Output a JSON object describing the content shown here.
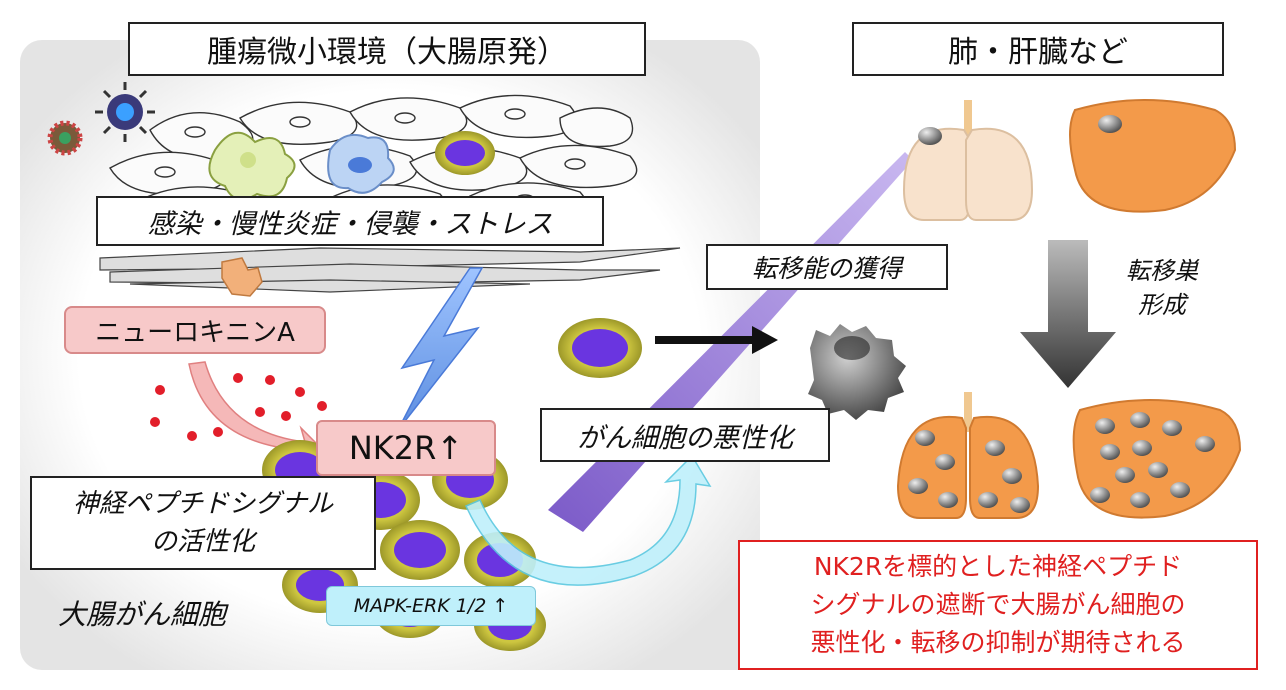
{
  "left_panel": {
    "title": "腫瘍微小環境（大腸原発）",
    "triggers": "感染・慢性炎症・侵襲・ストレス",
    "neurokinin": "ニューロキニンA",
    "receptor": "NK2R↑",
    "signal_line1": "神経ペプチドシグナル",
    "signal_line2": "の活性化",
    "cancer_cells": "大腸がん細胞",
    "pathway": "MAPK-ERK 1/2 ↑"
  },
  "middle": {
    "metastatic_ability": "転移能の獲得",
    "malignancy": "がん細胞の悪性化"
  },
  "right_panel": {
    "title": "肺・肝臓など",
    "formation_line1": "転移巣",
    "formation_line2": "形成"
  },
  "conclusion": {
    "line1": "NK2Rを標的とした神経ペプチド",
    "line2": "シグナルの遮断で大腸がん細胞の",
    "line3": "悪性化・転移の抑制が期待される"
  },
  "colors": {
    "conclusion_text": "#e02020",
    "pink_box": "#f7c9c9",
    "cyan_box": "#bff0fb",
    "nucleus_purple": "#6a35e0",
    "cell_ring_olive": "#c8c23a",
    "organ_orange": "#f39a4a",
    "lung_beige": "#f8e2cc"
  }
}
